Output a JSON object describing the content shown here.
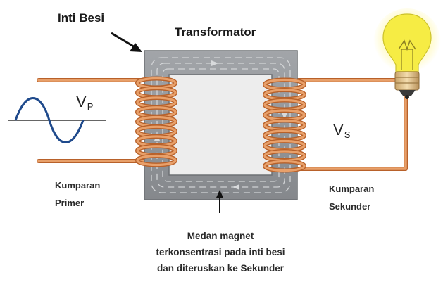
{
  "labels": {
    "core": "Inti Besi",
    "title": "Transformator",
    "vp": "V",
    "vp_sub": "P",
    "vs": "V",
    "vs_sub": "S",
    "primary": [
      "Kumparan",
      "Primer"
    ],
    "secondary": [
      "Kumparan",
      "Sekunder"
    ],
    "caption": [
      "Medan magnet",
      "terkonsentrasi pada inti besi",
      "dan diteruskan ke Sekunder"
    ]
  },
  "colors": {
    "wire": "#e8a06a",
    "wire_dark": "#b8612a",
    "core": "#8f9296",
    "core_light": "#a9acb0",
    "core_window": "#ededed",
    "wave": "#1f4a8c",
    "bulb_glow": "#fff7a8",
    "bulb_glass": "#f6ec3e"
  },
  "icons": {
    "bulb": "light-bulb-icon",
    "ac_source": "sine-wave-icon"
  }
}
